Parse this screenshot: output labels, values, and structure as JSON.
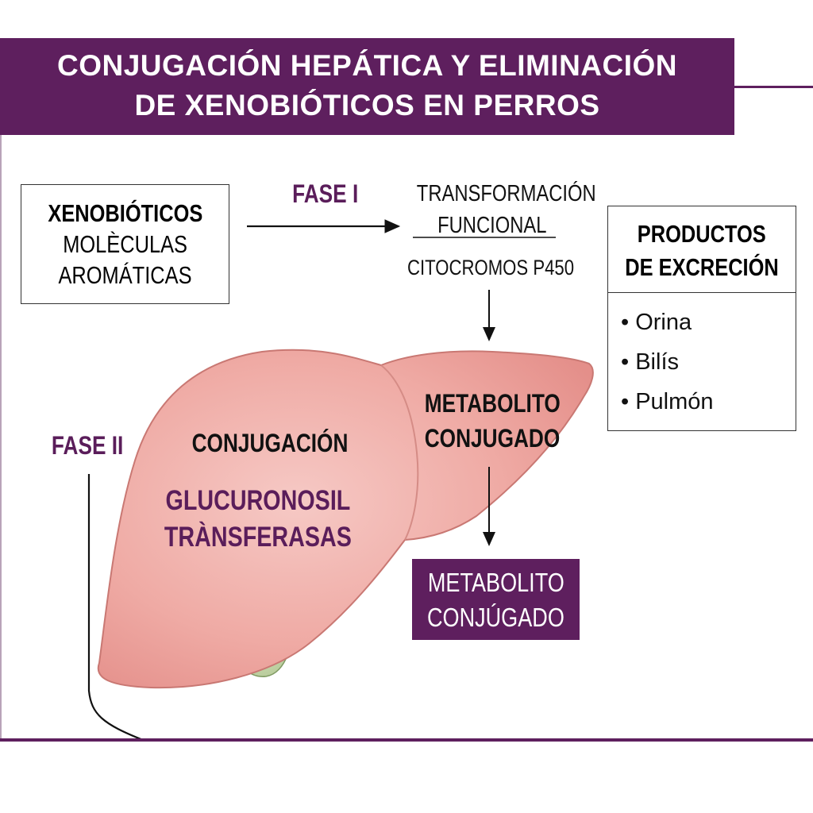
{
  "title": {
    "line1": "CONJUGACIÓN HEPÁTICA Y ELIMINACIÓN",
    "line2": "DE XENOBIÓTICOS EN PERROS"
  },
  "xenobioticos": {
    "heading": "XENOBIÓTICOS",
    "line1": "MOLÈCULAS",
    "line2": "AROMÁTICAS"
  },
  "fase1": {
    "label": "FASE I",
    "line1": "TRANSFORMACIÓN",
    "line2": "FUNCIONAL",
    "enzyme": "CITOCROMOS P450"
  },
  "fase2": {
    "label": "FASE II"
  },
  "liver": {
    "conjugacion": "CONJUGACIÓN",
    "enzyme_line1": "GLUCURONOSIL",
    "enzyme_line2": "TRÀNSFERASAS",
    "metabolito_line1": "METABOLITO",
    "metabolito_line2": "CONJUGADO"
  },
  "output_box": {
    "line1": "METABOLITO",
    "line2": "CONJÚGADO"
  },
  "productos": {
    "heading_line1": "PRODUCTOS",
    "heading_line2": "DE EXCRECIÓN",
    "items": [
      "• Orina",
      "• Bilís",
      "• Pulmón"
    ]
  },
  "colors": {
    "purple": "#5e1f5e",
    "liver": "#eea5a0",
    "gallbladder": "#c4d4a8"
  }
}
